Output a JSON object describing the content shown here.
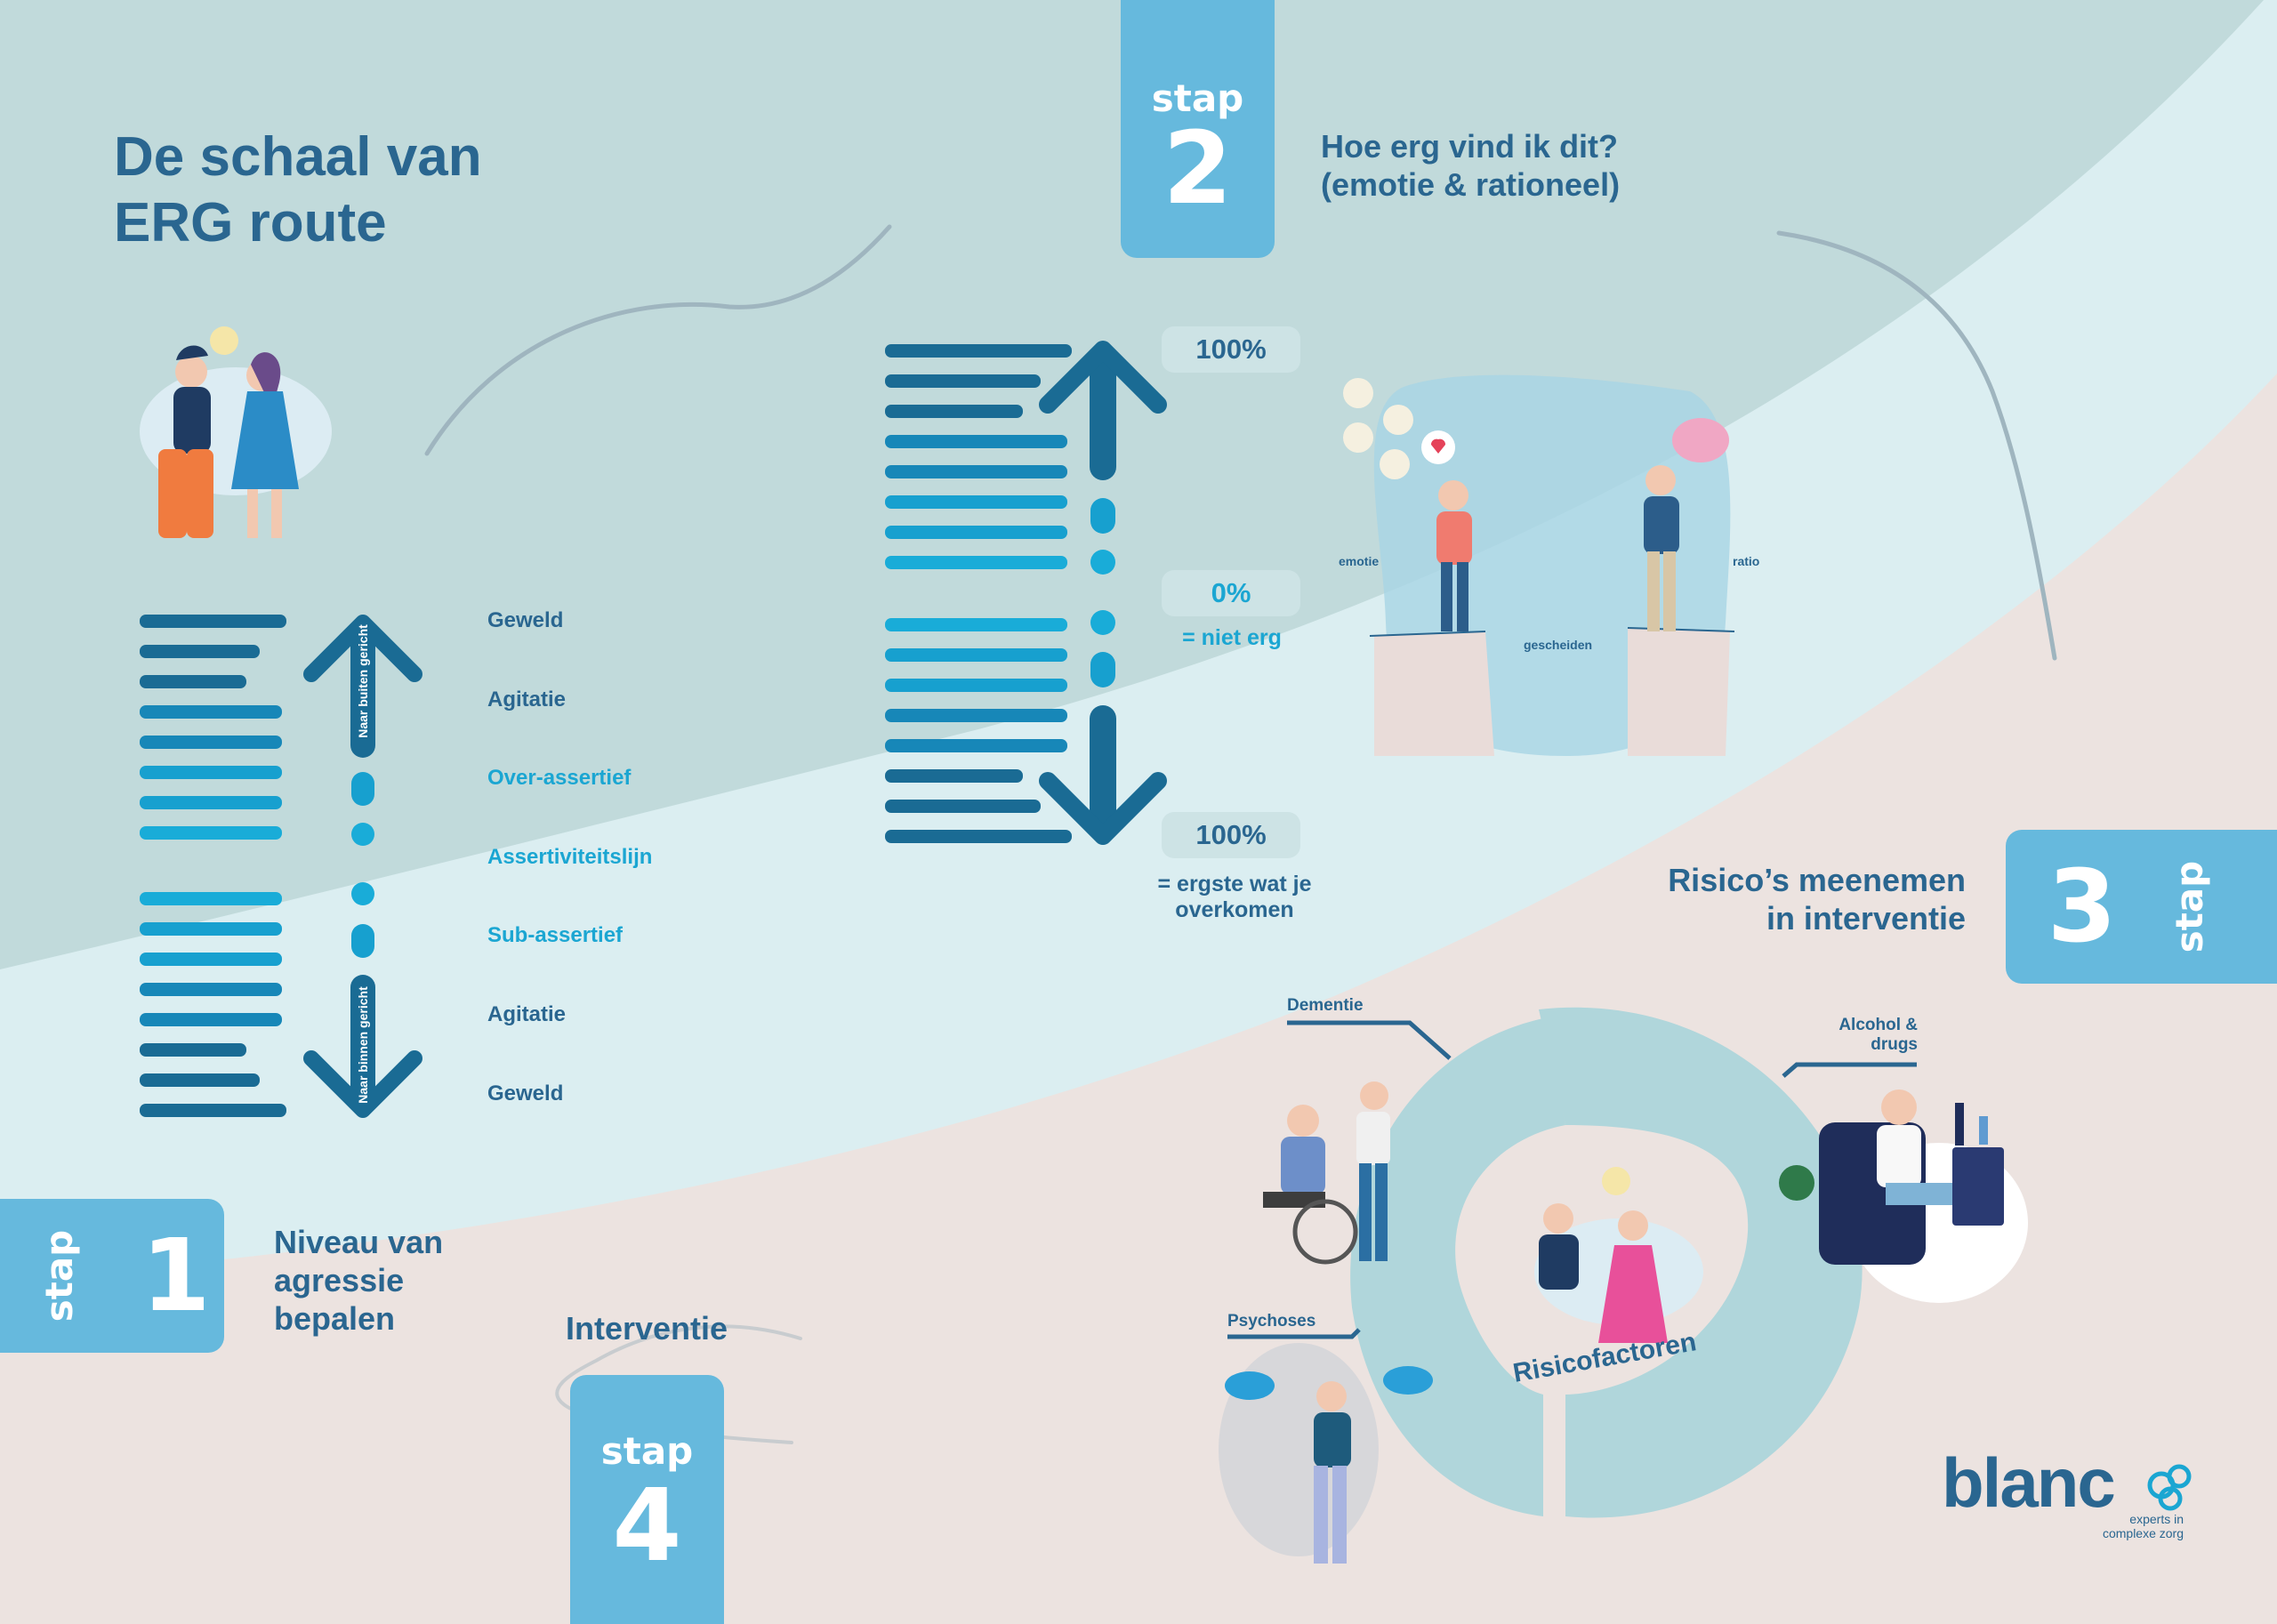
{
  "title": {
    "line1": "De schaal van",
    "line2": "ERG route"
  },
  "colors": {
    "dark": "#2a6690",
    "mid": "#1787b8",
    "light": "#1ba6d2",
    "box": "#66b9dd",
    "bg_top": "#c1dadb",
    "bg_mid": "#dbeef1",
    "bg_bottom": "#ece3e0"
  },
  "stap1": {
    "word": "stap",
    "num": "1",
    "caption": [
      "Niveau van",
      "agressie",
      "bepalen"
    ]
  },
  "stap2": {
    "word": "stap",
    "num": "2",
    "caption": [
      "Hoe erg vind ik dit?",
      "(emotie & rationeel)"
    ]
  },
  "stap3": {
    "word": "stap",
    "num": "3",
    "caption": [
      "Risico’s meenemen",
      "in interventie"
    ]
  },
  "stap4": {
    "word": "stap",
    "num": "4",
    "caption": "Interventie"
  },
  "scale1": {
    "labels": [
      "Geweld",
      "Agitatie",
      "Over-assertief",
      "Assertiviteitslijn",
      "Sub-assertief",
      "Agitatie",
      "Geweld"
    ],
    "arrow_up_text": "Naar buiten gericht",
    "arrow_down_text": "Naar binnen gericht"
  },
  "scale2": {
    "top": "100%",
    "middle": "0%",
    "middle_note": "= niet erg",
    "bottom": "100%",
    "bottom_note": [
      "= ergste wat je",
      "overkomen"
    ]
  },
  "emotion_illustration": {
    "left": "emotie",
    "right": "ratio",
    "middle": "gescheiden"
  },
  "risk": {
    "center": "Risicofactoren",
    "factors": [
      "Dementie",
      "Alcohol &",
      "drugs",
      "Psychoses"
    ]
  },
  "logo": {
    "name": "blanc",
    "tagline": [
      "experts in",
      "complexe zorg"
    ]
  }
}
